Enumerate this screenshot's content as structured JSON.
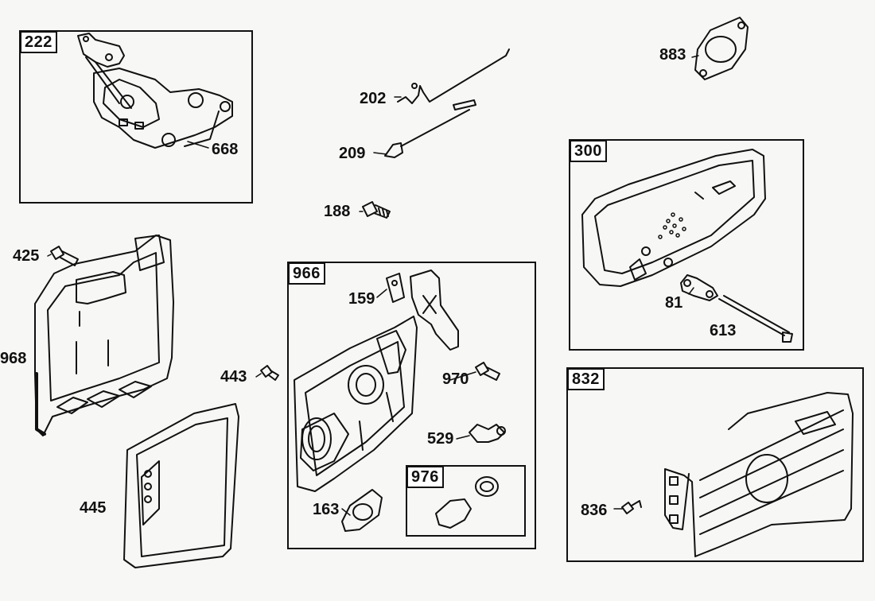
{
  "boxes": {
    "b222": "222",
    "b300": "300",
    "b966": "966",
    "b976": "976",
    "b832": "832"
  },
  "callouts": {
    "c668": "668",
    "c883": "883",
    "c202": "202",
    "c209": "209",
    "c188": "188",
    "c425": "425",
    "c968": "968",
    "c445": "445",
    "c443": "443",
    "c159": "159",
    "c970": "970",
    "c529": "529",
    "c163": "163",
    "c81": "81",
    "c613": "613",
    "c836": "836"
  }
}
